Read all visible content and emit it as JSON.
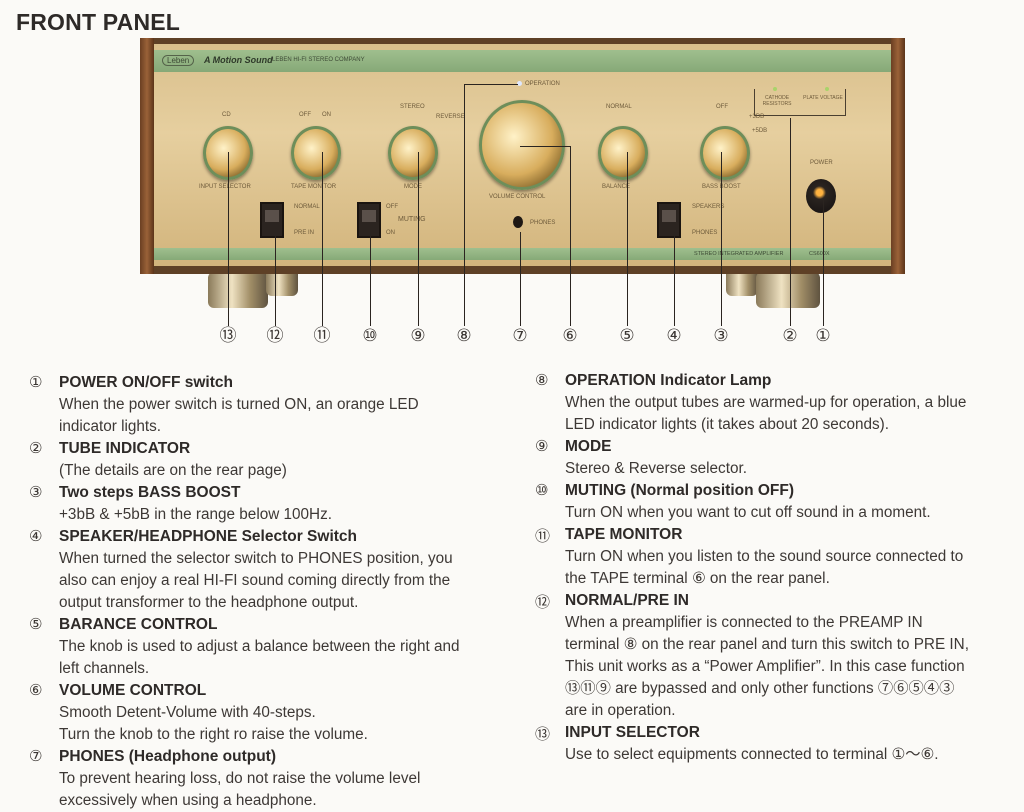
{
  "page_title": "FRONT PANEL",
  "panel": {
    "brand": "Leben",
    "slogan": "A Motion Sound",
    "company": "LEBEN HI-FI STEREO COMPANY",
    "operation_label": "OPERATION",
    "tube_labels": {
      "cathode": "CATHODE RESISTORS",
      "plate": "PLATE VOLTAGE"
    },
    "knobs": {
      "input_selector": "INPUT SELECTOR",
      "tape_monitor": "TAPE MONITOR",
      "mode": "MODE",
      "volume": "VOLUME CONTROL",
      "balance": "BALANCE",
      "bass_boost": "BASS BOOST"
    },
    "knob_marks": {
      "cd": "CD",
      "off": "OFF",
      "on": "ON",
      "stereo": "STEREO",
      "reverse": "REVERSE",
      "normal": "NORMAL",
      "bass_plus3": "+3dB",
      "bass_plus5": "+5dB"
    },
    "power_label": "POWER",
    "phones_label": "PHONES",
    "switches": {
      "normal": "NORMAL",
      "pre_in": "PRE IN",
      "muting_off": "OFF",
      "muting": "MUTING",
      "muting_on": "ON",
      "speakers": "SPEAKERS",
      "phones": "PHONES"
    },
    "bottom_text": "STEREO INTEGRATED AMPLIFIER",
    "model": "CS600X"
  },
  "callouts": [
    "⑬",
    "⑫",
    "⑪",
    "⑩",
    "⑨",
    "⑧",
    "⑦",
    "⑥",
    "⑤",
    "④",
    "③",
    "②",
    "①"
  ],
  "left_items": [
    {
      "num": "①",
      "title": "POWER ON/OFF switch",
      "lines": [
        "When the power switch is turned ON, an orange LED",
        "indicator lights."
      ]
    },
    {
      "num": "②",
      "title": "TUBE INDICATOR",
      "lines": [
        "(The details are on the rear page)"
      ]
    },
    {
      "num": "③",
      "title": "Two steps BASS BOOST",
      "lines": [
        "+3bB & +5bB in the range below 100Hz."
      ]
    },
    {
      "num": "④",
      "title": "SPEAKER/HEADPHONE Selector Switch",
      "lines": [
        "When turned the selector switch to PHONES position, you",
        "also can enjoy a real HI-FI sound coming directly from the",
        "output transformer to the headphone output."
      ]
    },
    {
      "num": "⑤",
      "title": "BARANCE CONTROL",
      "lines": [
        "The knob is used to adjust a balance between the right and",
        "left channels."
      ]
    },
    {
      "num": "⑥",
      "title": "VOLUME CONTROL",
      "lines": [
        "Smooth Detent-Volume with 40-steps.",
        "Turn the knob to the right ro raise the volume."
      ]
    },
    {
      "num": "⑦",
      "title": "PHONES (Headphone output)",
      "lines": [
        "To prevent hearing loss, do not raise the volume level",
        "excessively when using a headphone."
      ]
    }
  ],
  "right_items": [
    {
      "num": "⑧",
      "title": "OPERATION Indicator Lamp",
      "lines": [
        "When the output tubes are warmed-up for operation, a blue",
        "LED indicator lights (it takes about 20 seconds)."
      ]
    },
    {
      "num": "⑨",
      "title": "MODE",
      "lines": [
        "Stereo & Reverse selector."
      ]
    },
    {
      "num": "⑩",
      "title": "MUTING (Normal position OFF)",
      "lines": [
        "Turn ON when you want to cut off sound in a moment."
      ]
    },
    {
      "num": "⑪",
      "title": "TAPE MONITOR",
      "lines": [
        "Turn ON when you listen to the sound source connected to",
        "the TAPE terminal ⑥ on the rear panel."
      ]
    },
    {
      "num": "⑫",
      "title": "NORMAL/PRE IN",
      "lines": [
        "When a preamplifier is connected to the PREAMP IN",
        "terminal ⑧ on the rear panel and turn this switch to PRE IN,",
        "This unit works as a “Power Amplifier”. In this case function",
        "⑬⑪⑨ are bypassed and only other functions ⑦⑥⑤④③",
        "are in operation."
      ]
    },
    {
      "num": "⑬",
      "title": "INPUT SELECTOR",
      "lines": [
        "Use to select equipments connected to terminal ①～⑥."
      ]
    }
  ]
}
